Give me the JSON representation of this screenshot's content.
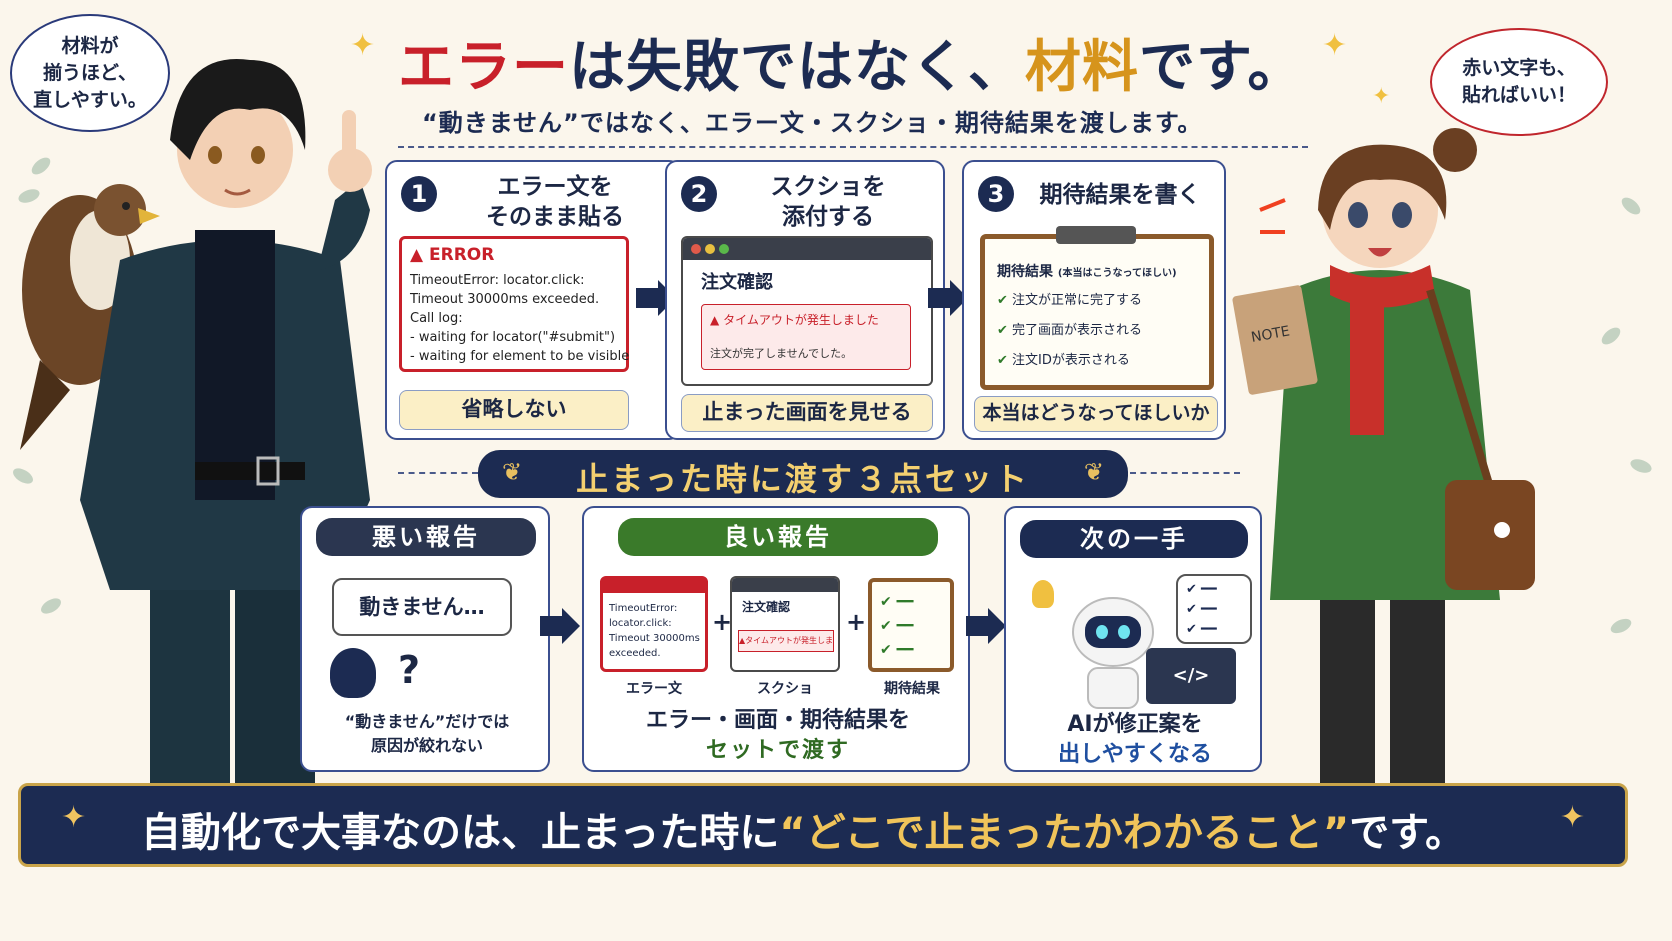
{
  "title": {
    "part1": "エラー",
    "part2": "は失敗ではなく、",
    "part3": "材料",
    "part4": "です。"
  },
  "subtitle": "“動きません”ではなく、エラー文・スクショ・期待結果を渡します。",
  "bubble_left": {
    "line1": "材料が",
    "line2": "揃うほど、",
    "line3": "直しやすい。"
  },
  "bubble_right": {
    "line1": "赤い文字も、",
    "line2": "貼ればいい！"
  },
  "steps": [
    {
      "num": "1",
      "title1": "エラー文を",
      "title2": "そのまま貼る",
      "error_head": "ERROR",
      "error_lines": [
        "TimeoutError: locator.click:",
        "Timeout 30000ms exceeded.",
        "Call log:",
        "- waiting for locator(\"#submit\")",
        "- waiting for element to be visible"
      ],
      "pill": "省略しない"
    },
    {
      "num": "2",
      "title1": "スクショを",
      "title2": "添付する",
      "screen_title": "注文確認",
      "alert": "タイムアウトが発生しました",
      "note": "注文が完了しませんでした。",
      "pill": "止まった画面を見せる"
    },
    {
      "num": "3",
      "title1": "期待結果を書く",
      "clip_head": "期待結果",
      "clip_sub": "(本当はこうなってほしい)",
      "checks": [
        "注文が正常に完了する",
        "完了画面が表示される",
        "注文IDが表示される"
      ],
      "pill": "本当はどうなってほしいか"
    }
  ],
  "set_banner": "止まった時に渡す３点セット",
  "bad": {
    "tag": "悪い報告",
    "bubble": "動きません…",
    "q": "?",
    "caption1": "“動きません”だけでは",
    "caption2": "原因が絞れない"
  },
  "good": {
    "tag": "良い報告",
    "err_lines": [
      "TimeoutError:",
      "locator.click:",
      "Timeout 30000ms",
      "exceeded."
    ],
    "err_label": "エラー文",
    "shot_title": "注文確認",
    "shot_alert": "タイムアウトが発生しました",
    "shot_label": "スクショ",
    "clip_label": "期待結果",
    "plus": "+",
    "caption1": "エラー・画面・期待結果を",
    "caption2": "セットで渡す"
  },
  "next": {
    "tag": "次の一手",
    "code": "</>",
    "caption1": "AIが修正案を",
    "caption2": "出しやすくなる"
  },
  "note_label": "NOTE",
  "footer": {
    "part1": "自動化で大事なのは、止まった時に",
    "part2": "“どこで止まったかわかること”",
    "part3": "です。"
  },
  "colors": {
    "navy": "#1c2b52",
    "red": "#c8202a",
    "gold": "#d6941c",
    "green": "#3a7a2a"
  }
}
